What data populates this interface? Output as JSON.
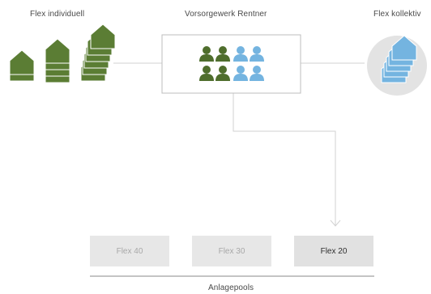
{
  "nodes": {
    "left": {
      "label": "Flex individuell"
    },
    "center": {
      "label": "Vorsorgewerk Rentner"
    },
    "right": {
      "label": "Flex kollektiv"
    }
  },
  "pools": {
    "label": "Anlagepools",
    "items": [
      {
        "label": "Flex 40",
        "active": false
      },
      {
        "label": "Flex 30",
        "active": false
      },
      {
        "label": "Flex 20",
        "active": true
      }
    ]
  },
  "colors": {
    "green": "#5b7d34",
    "green_dark": "#3f5c22",
    "blue": "#74b4e0",
    "blue_dark": "#4f97c9",
    "line": "#d2d2d2",
    "box_border": "#bdbdbd",
    "circle_bg": "#e3e3e3"
  }
}
